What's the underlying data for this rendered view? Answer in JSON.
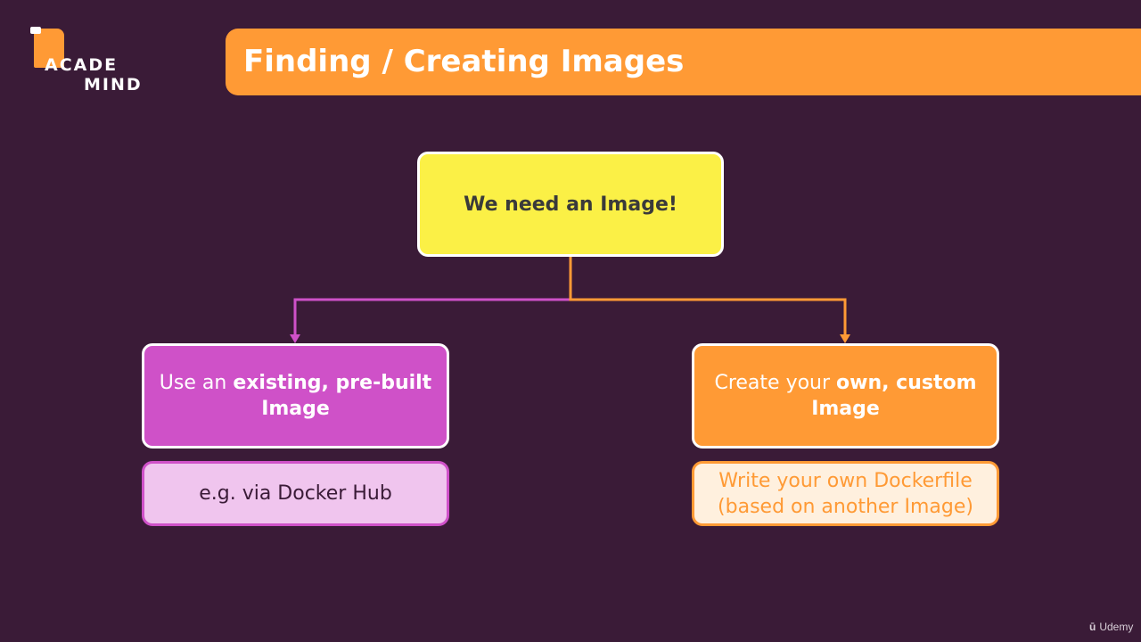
{
  "logo": {
    "line1": "ACADE",
    "line2": "MIND"
  },
  "header": {
    "title": "Finding / Creating Images"
  },
  "diagram": {
    "root": "We need an Image!",
    "left": {
      "pre": "Use an ",
      "bold": "existing, pre-built Image",
      "sub": "e.g. via Docker Hub"
    },
    "right": {
      "pre": "Create your ",
      "bold": "own, custom Image",
      "sub": "Write your own Dockerfile (based on another Image)"
    }
  },
  "colors": {
    "background": "#3a1b37",
    "orange": "#ff9a35",
    "purple": "#cf51c8",
    "yellow": "#fbf046"
  },
  "watermark": {
    "label": "Udemy",
    "icon": "udemy-icon"
  }
}
